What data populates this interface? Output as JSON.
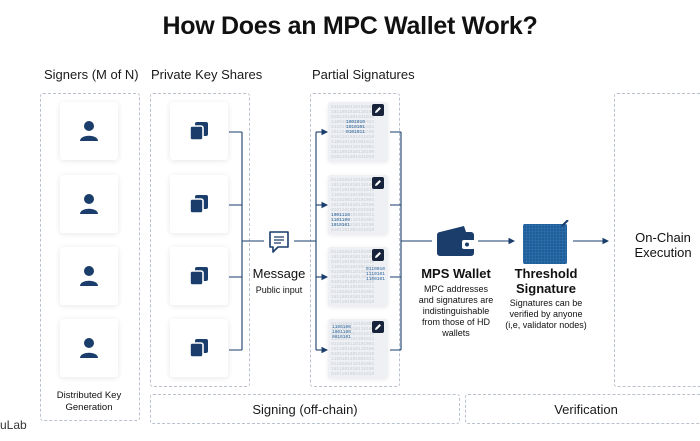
{
  "title": "How Does an MPC Wallet Work?",
  "columns": {
    "signers": "Signers (M of N)",
    "shares": "Private Key Shares",
    "partials": "Partial Signatures"
  },
  "signers_caption": "Distributed Key Generation",
  "message": {
    "label": "Message",
    "sub": "Public input"
  },
  "wallet": {
    "label": "MPS Wallet",
    "desc": "MPC addresses and signatures are indistinguishable from those of HD wallets"
  },
  "threshold": {
    "label": "Threshold Signature",
    "desc": "Signatures can be verified by anyone (i,e, validator nodes)"
  },
  "onchain": "On-Chain Execution",
  "phases": {
    "signing": "Signing (off-chain)",
    "verification": "Verification"
  },
  "brand_fragment": "uLab",
  "partial_bits": [
    [
      "1001010",
      "1010101",
      "0101011"
    ],
    [
      "1001110",
      "1101100",
      "1010101"
    ],
    [
      "0110010",
      "1110101",
      "1100101"
    ],
    [
      "1100100",
      "1001100",
      "0010101"
    ]
  ],
  "icons": {
    "signer": "user-icon",
    "share": "key-share-icon",
    "message": "message-doc-icon",
    "wallet": "wallet-icon",
    "edit": "pencil-icon",
    "threshold": "signature-grid-icon"
  },
  "colors": {
    "accent": "#1a3d6b",
    "bits": "#1f5d97",
    "dash": "#b9c2cc"
  }
}
